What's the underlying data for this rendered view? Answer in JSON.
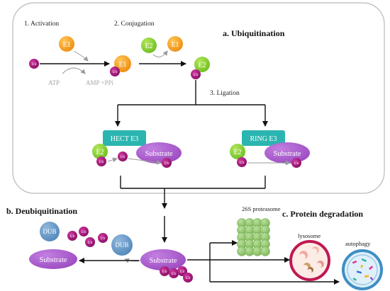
{
  "steps": {
    "activation": "1. Activation",
    "conjugation": "2. Conjugation",
    "ligation": "3. Ligation"
  },
  "headers": {
    "ubiquitination": "a. Ubiquitination",
    "deubiquitination": "b. Deubiquitination",
    "degradation": "c. Protein degradation"
  },
  "cofactors": {
    "atp": "ATP",
    "amp": "AMP +PPi"
  },
  "labels": {
    "ub": "Ub",
    "e1": "E1",
    "e2": "E2",
    "hect": "HECT E3",
    "ring": "RING E3",
    "substrate": "Substrate",
    "dub": "DUB",
    "proteasome": "26S proteasome",
    "lysosome": "lysosome",
    "autophagy": "autophagy"
  },
  "colors": {
    "ub": "#a0157a",
    "e1": "#f29c1f",
    "e2": "#8ccf2e",
    "e3": "#2bb5b0",
    "substrate": "#a458c8",
    "dub": "#5b8fbf",
    "proteasome": "#8dc06a",
    "lysosome": "#c01853",
    "autophagy": "#3f8fc4"
  }
}
